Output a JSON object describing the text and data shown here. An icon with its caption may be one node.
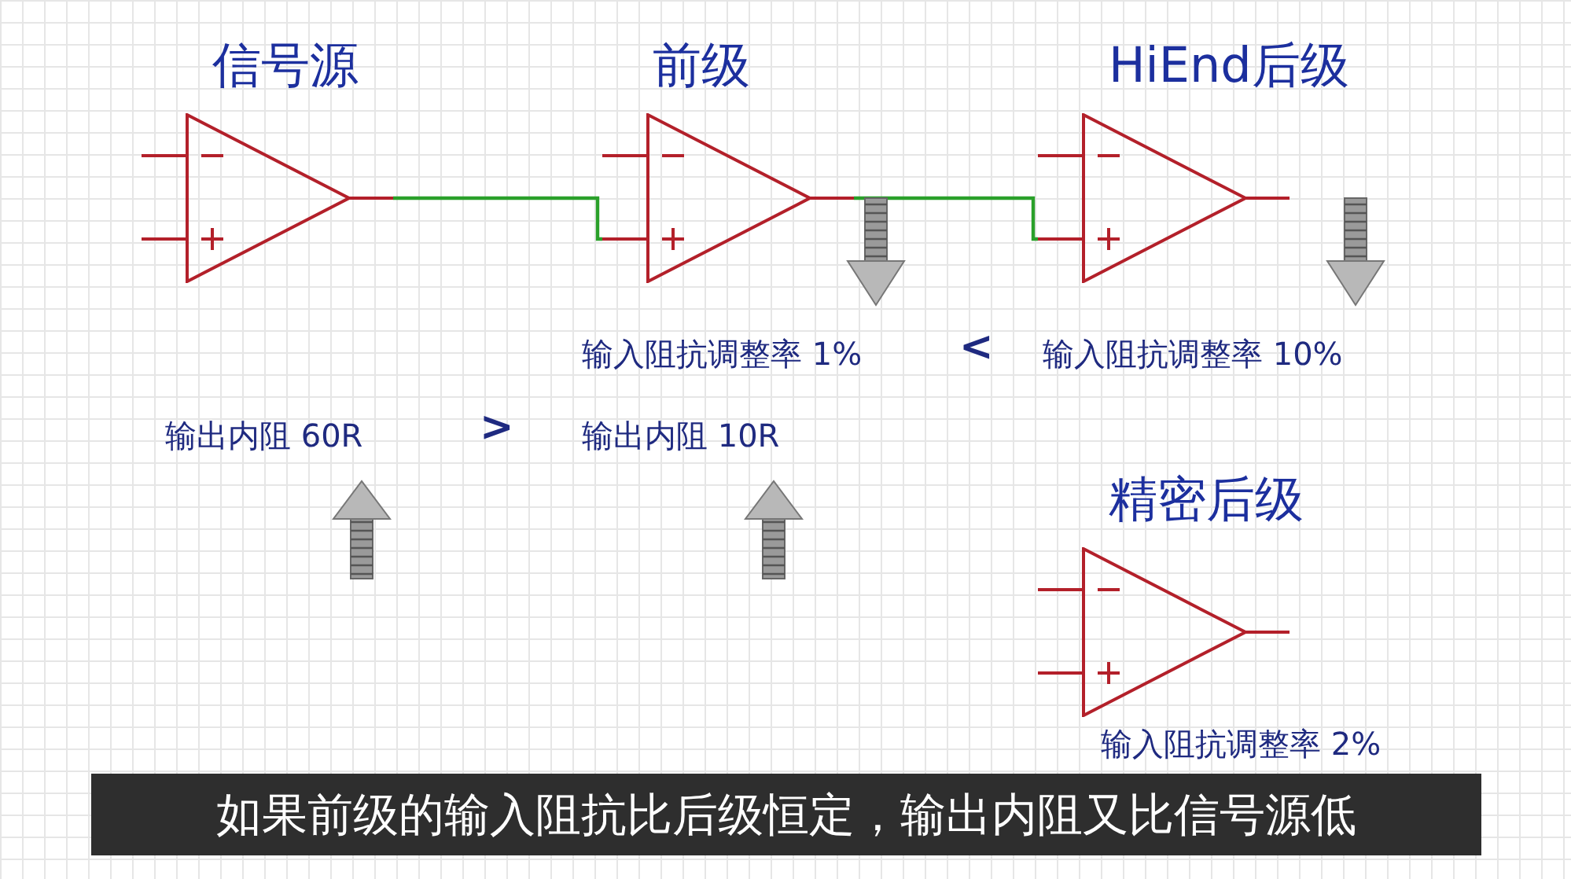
{
  "diagram": {
    "caption": "如果前级的输入阻抗比后级恒定，输出内阻又比信号源低",
    "nodes": [
      {
        "text": [
          "信号源"
        ]
      },
      {
        "text": [
          "前级"
        ]
      },
      {
        "text": [
          "HiEnd后级"
        ]
      },
      {
        "text": [
          "精密后级"
        ]
      }
    ],
    "edges": [
      {
        "from": 0,
        "to": 1,
        "arrow": "none"
      },
      {
        "from": 1,
        "to": 2,
        "arrow": "none"
      }
    ],
    "labels": [
      "输入阻抗调整率 1%",
      "<",
      "输入阻抗调整率 10%",
      "输出内阻 60R",
      ">",
      "输出内阻 10R",
      "输入阻抗调整率 2%"
    ]
  }
}
